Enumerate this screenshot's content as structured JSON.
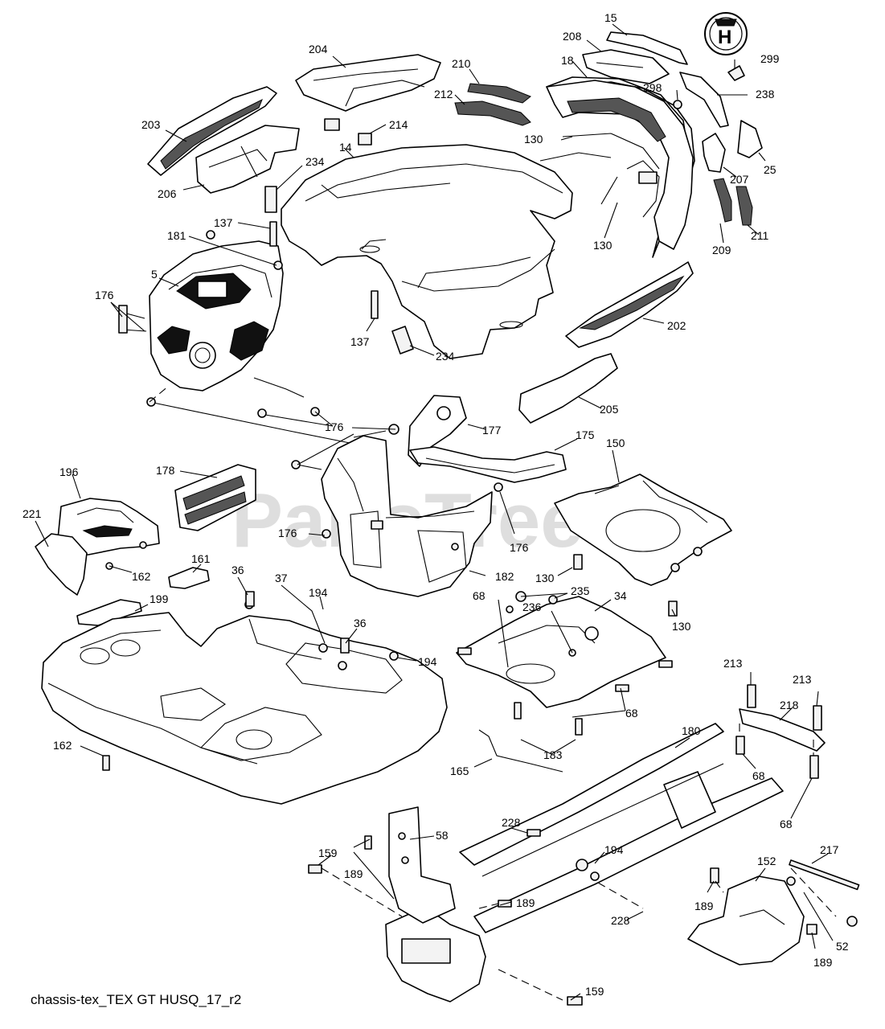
{
  "caption": "chassis-tex_TEX GT HUSQ_17_r2",
  "watermark": {
    "text": "PartsTree",
    "trademark": "™"
  },
  "logo": {
    "letter": "H"
  },
  "callouts": {
    "c15": "15",
    "c208": "208",
    "c299": "299",
    "c204": "204",
    "c18": "18",
    "c210": "210",
    "c212": "212",
    "c298": "298",
    "c238": "238",
    "c203": "203",
    "c214": "214",
    "c130a": "130",
    "c14": "14",
    "c25": "25",
    "c207": "207",
    "c234a": "234",
    "c206": "206",
    "c137a": "137",
    "c181": "181",
    "c130b": "130",
    "c209": "209",
    "c211": "211",
    "c5": "5",
    "c176a": "176",
    "c137b": "137",
    "c234b": "234",
    "c202": "202",
    "c205": "205",
    "c177": "177",
    "c176b": "176",
    "c175": "175",
    "c150": "150",
    "c178": "178",
    "c196": "196",
    "c221": "221",
    "c176c": "176",
    "c176d": "176",
    "c162a": "162",
    "c161": "161",
    "c130c": "130",
    "c182": "182",
    "c36a": "36",
    "c37": "37",
    "c194a": "194",
    "c235": "235",
    "c68a": "68",
    "c236": "236",
    "c34": "34",
    "c199": "199",
    "c36b": "36",
    "c130d": "130",
    "c194b": "194",
    "c213a": "213",
    "c213b": "213",
    "c218": "218",
    "c68b": "68",
    "c162b": "162",
    "c183": "183",
    "c180": "180",
    "c165": "165",
    "c68c": "68",
    "c68d": "68",
    "c228a": "228",
    "c58": "58",
    "c159a": "159",
    "c189a": "189",
    "c194c": "194",
    "c217": "217",
    "c152": "152",
    "c189b": "189",
    "c228b": "228",
    "c189c": "189",
    "c52": "52",
    "c189d": "189",
    "c159b": "159"
  },
  "colors": {
    "line": "#000000",
    "watermark": "#d4d4d4",
    "background": "#ffffff"
  }
}
